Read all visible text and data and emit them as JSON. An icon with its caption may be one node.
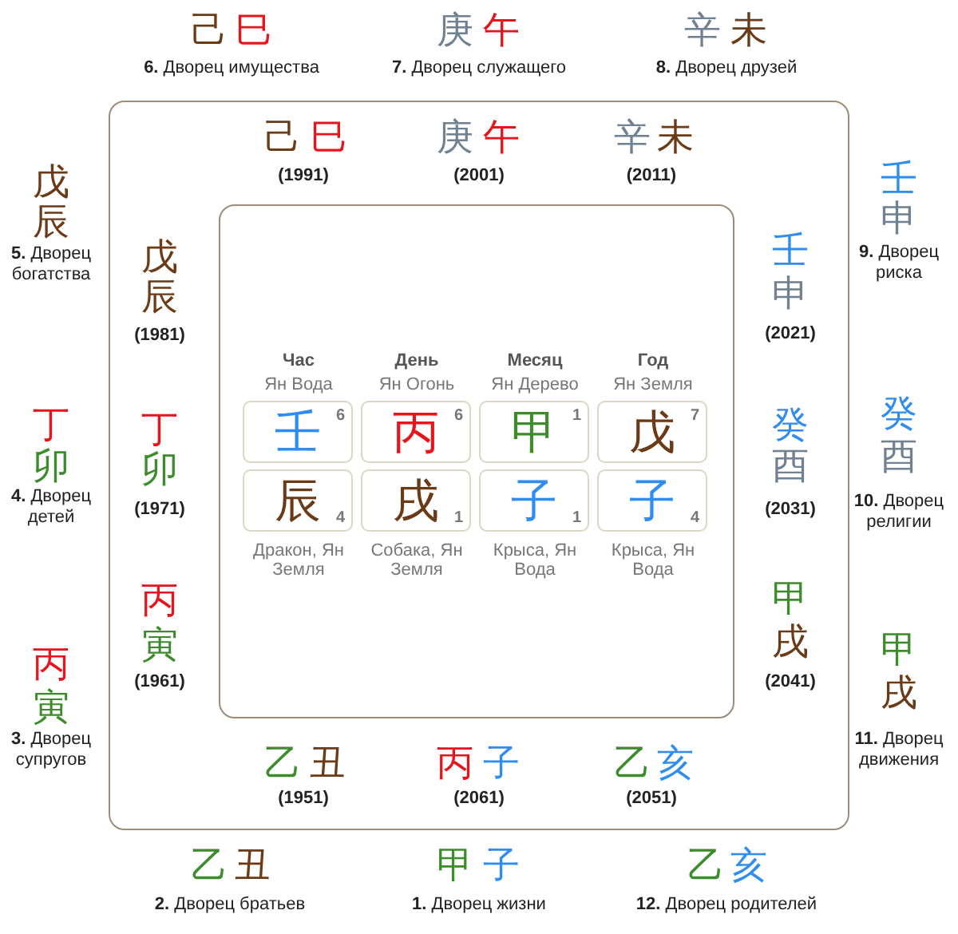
{
  "diagram": {
    "nodes": [
      {
        "text": [],
        "shape": "box"
      },
      {
        "text": [],
        "shape": "box",
        "in": 0
      },
      {
        "text": [
          "壬",
          "6"
        ],
        "in": 1
      },
      {
        "text": [
          "丙",
          "6"
        ],
        "in": 1
      },
      {
        "text": [
          "甲",
          "1"
        ],
        "in": 1
      },
      {
        "text": [
          "戊",
          "7"
        ],
        "in": 1
      },
      {
        "text": [
          "辰",
          "4"
        ],
        "in": 1
      },
      {
        "text": [
          "戌",
          "1"
        ],
        "in": 1
      },
      {
        "text": [
          "子",
          "1"
        ],
        "in": 1
      },
      {
        "text": [
          "子",
          "4"
        ],
        "in": 1
      }
    ],
    "labels": [
      "己",
      "巳",
      "庚",
      "午",
      "辛",
      "未",
      "**6.** Дворец имущества",
      "**7.** Дворец служащего",
      "**8.** Дворец друзей",
      "己",
      "巳",
      "庚",
      "午",
      "辛",
      "未",
      "(1991)",
      "(2001)",
      "(2011)",
      "戊",
      "壬",
      "辰",
      "申",
      "**5.** Дворец богатства",
      "戊",
      "壬",
      "**9.** Дворец риска",
      "辰",
      "申",
      "(1981)",
      "(2021)",
      "Час",
      "День",
      "Месяц",
      "Год",
      "Ян Вода",
      "Ян Огонь",
      "Ян Дерево",
      "Ян Земля",
      "丁",
      "丁",
      "癸",
      "癸",
      "卯",
      "卯",
      "酉",
      "酉",
      "**4.** Дворец детей",
      "(1971)",
      "(2031)",
      "**10.** Дворец религии",
      "Дракон, Ян Земля",
      "Собака, Ян Земля",
      "Крыса, Ян Вода",
      "Крыса, Ян Вода",
      "丙",
      "甲",
      "丙",
      "寅",
      "戌",
      "甲",
      "(1961)",
      "(2041)",
      "寅",
      "戌",
      "**3.** Дворец супругов",
      "乙",
      "丑",
      "丙",
      "子",
      "乙",
      "亥",
      "**11.** Дворец движения",
      "(1951)",
      "(2061)",
      "(2051)",
      "乙",
      "丑",
      "甲",
      "子",
      "乙",
      "亥",
      "**2.** Дворец братьев",
      "**1.** Дворец жизни",
      "**12.** Дворец родителей"
    ]
  }
}
